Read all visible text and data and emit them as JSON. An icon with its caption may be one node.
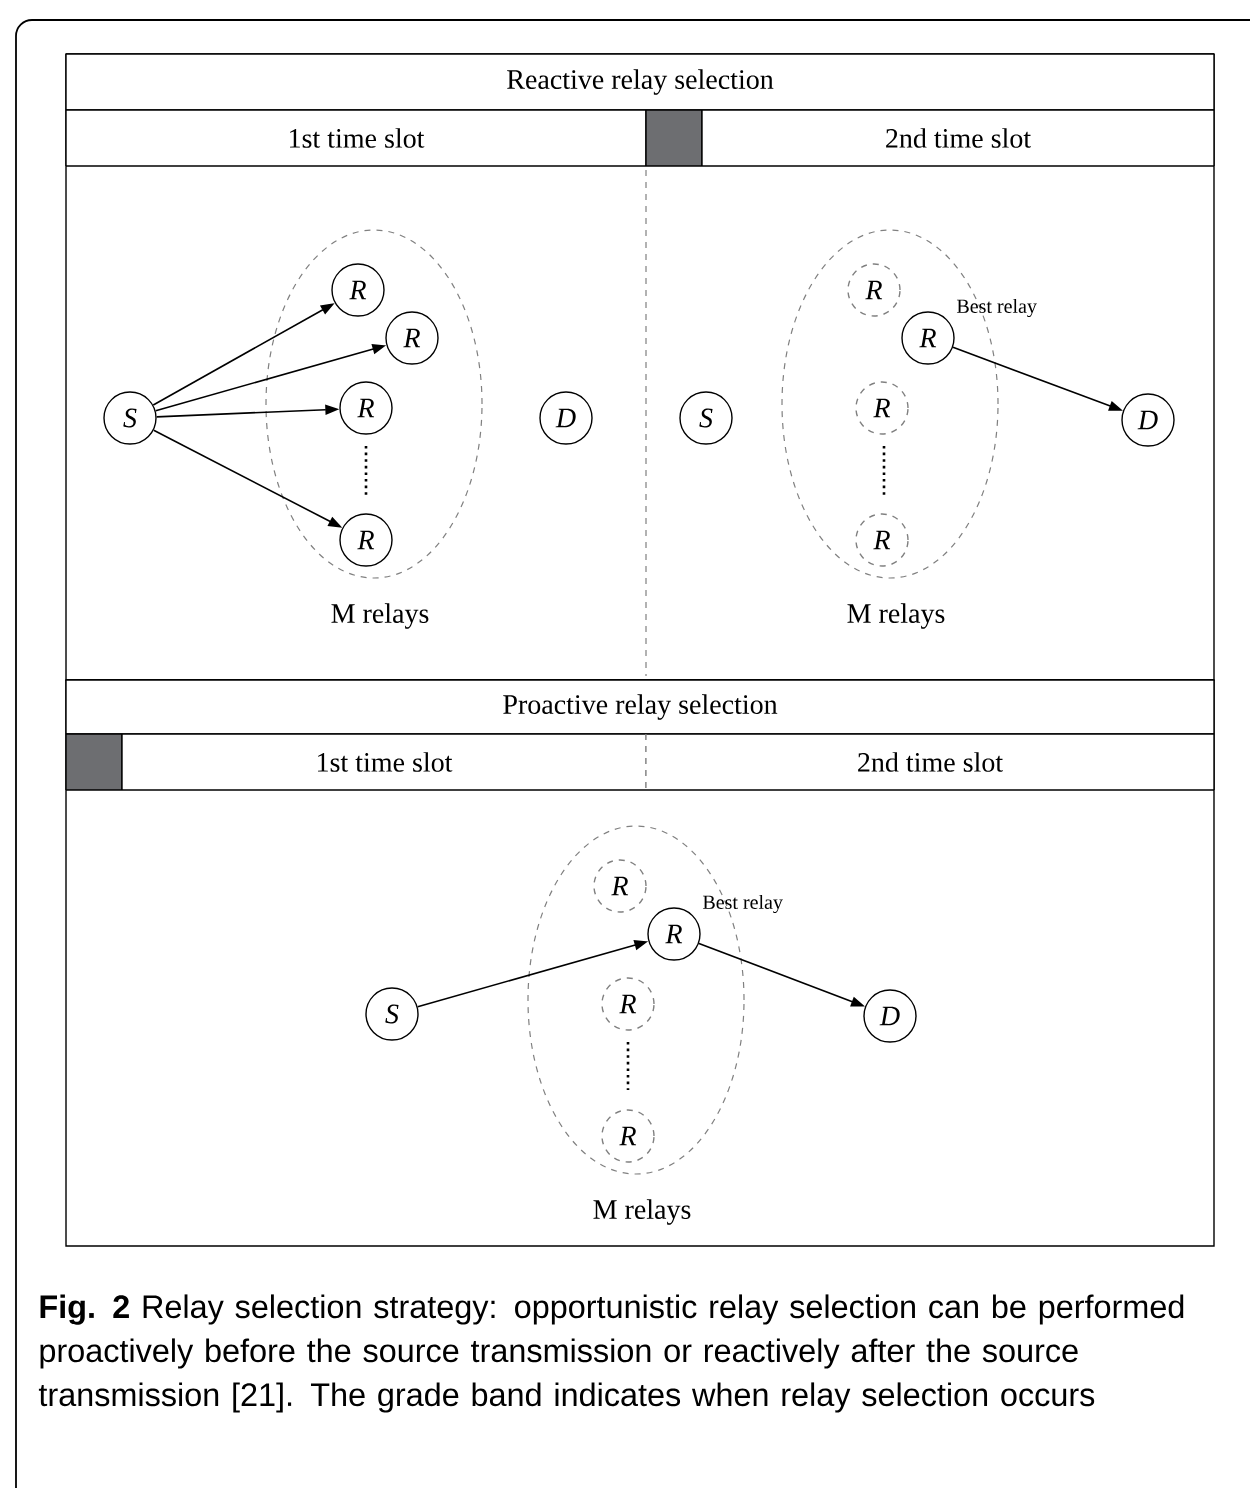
{
  "diagram": {
    "caption": "**Fig. 2** Relay selection strategy: opportunistic relay selection can be performed proactively before the source transmission or reactively after the source transmission [21]. The grade band indicates when relay selection occurs",
    "nodes": [
      {
        "text": [
          "Reactive relay selection"
        ]
      },
      {
        "text": [
          "1st time slot"
        ]
      },
      {
        "text": [],
        "shape": "box"
      },
      {
        "text": [
          "2nd time slot"
        ]
      },
      {
        "text": [
          "S"
        ]
      },
      {
        "text": [],
        "shape": "ellipse",
        "beside": [
          "M relays"
        ]
      },
      {
        "text": [
          "R"
        ],
        "in": 5
      },
      {
        "text": [
          "R"
        ],
        "in": 5
      },
      {
        "text": [
          "R"
        ],
        "in": 5
      },
      {
        "text": [
          "R"
        ],
        "in": 5
      },
      {
        "text": [
          "D"
        ]
      },
      {
        "text": [
          "S"
        ]
      },
      {
        "text": [],
        "shape": "ellipse",
        "beside": [
          "M relays"
        ]
      },
      {
        "text": [
          "R"
        ],
        "in": 12
      },
      {
        "text": [
          "R"
        ],
        "in": 12,
        "beside": [
          "Best relay"
        ]
      },
      {
        "text": [
          "R"
        ],
        "in": 12
      },
      {
        "text": [
          "R"
        ],
        "in": 12
      },
      {
        "text": [
          "D"
        ]
      },
      {
        "text": [
          "Proactive relay selection"
        ]
      },
      {
        "text": [],
        "shape": "box"
      },
      {
        "text": [
          "1st time slot"
        ]
      },
      {
        "text": [
          "2nd time slot"
        ]
      },
      {
        "text": [
          "S"
        ]
      },
      {
        "text": [],
        "shape": "ellipse",
        "beside": [
          "M relays"
        ]
      },
      {
        "text": [
          "R"
        ],
        "in": 23
      },
      {
        "text": [
          "R"
        ],
        "in": 23,
        "beside": [
          "Best relay"
        ]
      },
      {
        "text": [
          "R"
        ],
        "in": 23
      },
      {
        "text": [
          "R"
        ],
        "in": 23
      },
      {
        "text": [
          "D"
        ]
      }
    ],
    "edges": [
      {
        "from": 4,
        "to": 6,
        "arrow": "to"
      },
      {
        "from": 4,
        "to": 7,
        "arrow": "to"
      },
      {
        "from": 4,
        "to": 8,
        "arrow": "to"
      },
      {
        "from": 4,
        "to": 9,
        "arrow": "to"
      },
      {
        "from": 14,
        "to": 17,
        "arrow": "to"
      },
      {
        "from": 22,
        "to": 25,
        "arrow": "to"
      },
      {
        "from": 25,
        "to": 28,
        "arrow": "to"
      }
    ]
  }
}
